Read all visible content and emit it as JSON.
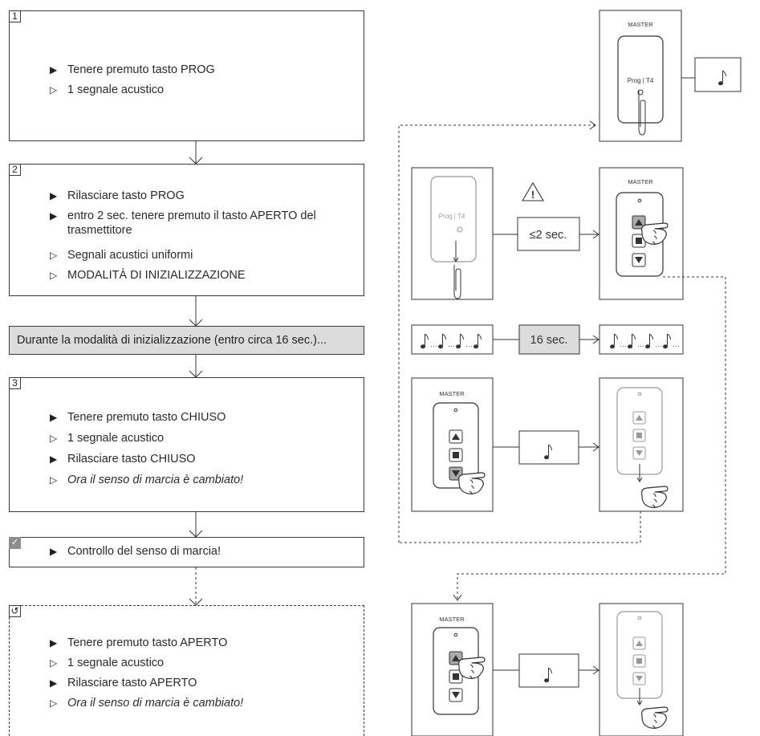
{
  "steps": [
    {
      "number": "1",
      "lines": [
        {
          "bullet": "▶",
          "text": "Tenere premuto tasto PROG"
        },
        {
          "bullet": "▷",
          "text": "1 segnale acustico"
        }
      ]
    },
    {
      "number": "2",
      "lines": [
        {
          "bullet": "▶",
          "text": "Rilasciare tasto PROG"
        },
        {
          "bullet": "▶",
          "text": "entro 2 sec. tenere premuto il tasto APERTO del trasmettitore"
        },
        {
          "bullet": "▷",
          "text": "Segnali acustici uniformi"
        },
        {
          "bullet": "▷",
          "text": "MODALITÀ DI INIZIALIZZAZIONE"
        }
      ]
    },
    {
      "number": "3",
      "lines": [
        {
          "bullet": "▶",
          "text": "Tenere premuto tasto CHIUSO"
        },
        {
          "bullet": "▷",
          "text": "1 segnale acustico"
        },
        {
          "bullet": "▶",
          "text": "Rilasciare tasto CHIUSO"
        },
        {
          "bullet": "▷",
          "text": "Ora il senso di marcia è cambiato!"
        }
      ]
    },
    {
      "number": "✓",
      "lines": [
        {
          "bullet": "▶",
          "text": "Controllo del senso di marcia!"
        }
      ]
    },
    {
      "number": "↺",
      "lines": [
        {
          "bullet": "▶",
          "text": "Tenere premuto tasto APERTO"
        },
        {
          "bullet": "▷",
          "text": "1 segnale acustico"
        },
        {
          "bullet": "▶",
          "text": "Rilasciare tasto APERTO"
        },
        {
          "bullet": "▷",
          "text": "Ora il senso di marcia è cambiato!"
        }
      ]
    }
  ],
  "banner": "Durante la modalità di inizializzazione (entro circa 16 sec.)...",
  "illustrations": {
    "master_label": "MASTER",
    "prog_label": "Prog | T4",
    "delay_label": "≤2 sec.",
    "duration_label": "16 sec.",
    "warning_symbol": "!"
  }
}
